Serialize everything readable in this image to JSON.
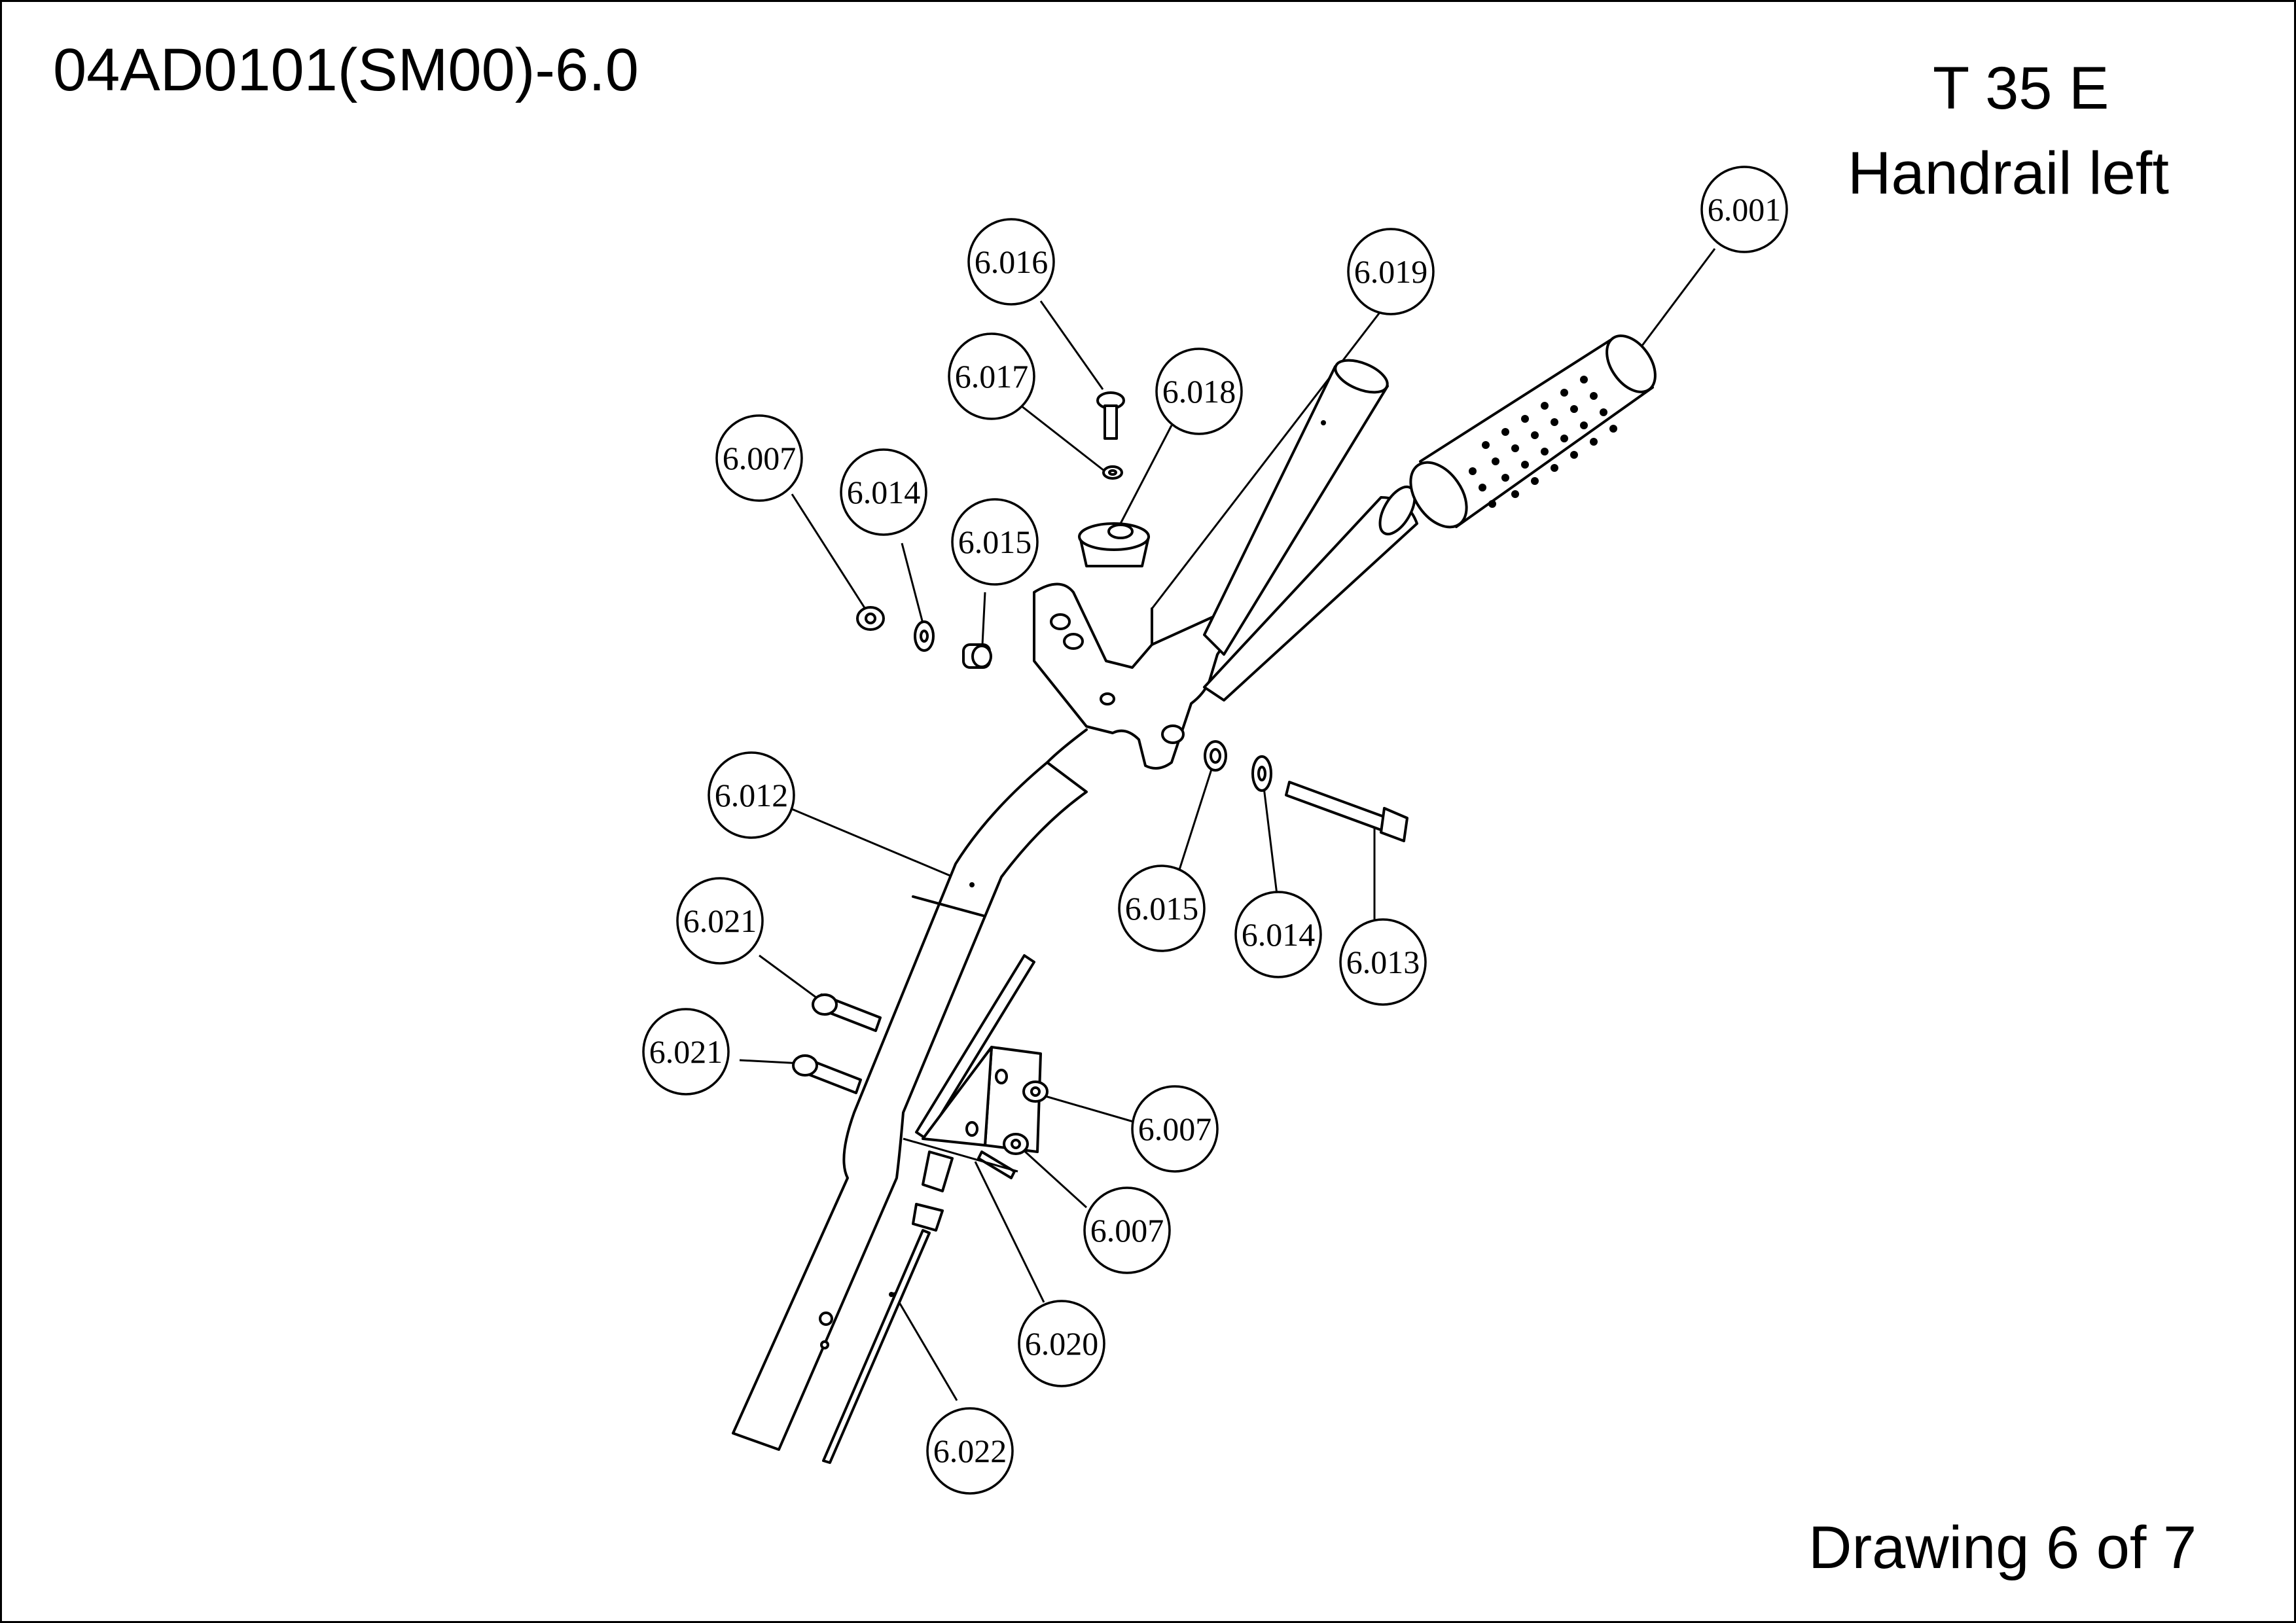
{
  "header": {
    "drawing_id": "04AD0101(SM00)-6.0",
    "model": "T 35 E",
    "part_title": "Handrail left",
    "sheet": "Drawing 6 of 7"
  },
  "callouts": [
    {
      "id": "c-6001",
      "label": "6.001"
    },
    {
      "id": "c-6016",
      "label": "6.016"
    },
    {
      "id": "c-6019",
      "label": "6.019"
    },
    {
      "id": "c-6017",
      "label": "6.017"
    },
    {
      "id": "c-6018",
      "label": "6.018"
    },
    {
      "id": "c-6007a",
      "label": "6.007"
    },
    {
      "id": "c-6014a",
      "label": "6.014"
    },
    {
      "id": "c-6015a",
      "label": "6.015"
    },
    {
      "id": "c-6012",
      "label": "6.012"
    },
    {
      "id": "c-6015b",
      "label": "6.015"
    },
    {
      "id": "c-6014b",
      "label": "6.014"
    },
    {
      "id": "c-6013",
      "label": "6.013"
    },
    {
      "id": "c-6021a",
      "label": "6.021"
    },
    {
      "id": "c-6021b",
      "label": "6.021"
    },
    {
      "id": "c-6007b",
      "label": "6.007"
    },
    {
      "id": "c-6007c",
      "label": "6.007"
    },
    {
      "id": "c-6020",
      "label": "6.020"
    },
    {
      "id": "c-6022",
      "label": "6.022"
    }
  ]
}
